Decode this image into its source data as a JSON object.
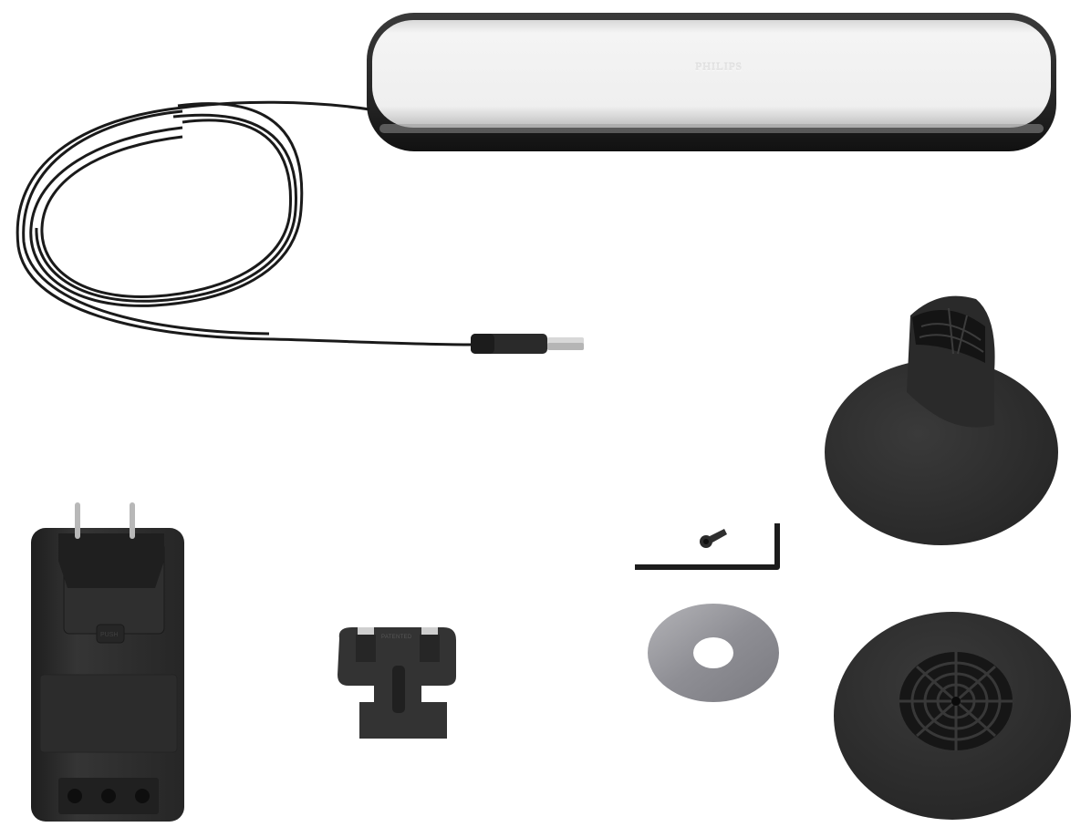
{
  "image": {
    "kind": "product photograph",
    "background": "#ffffff",
    "brand_text": "PHILIPS",
    "adapter_label": "PUSH",
    "uk_adapter_label": "PATENTED"
  },
  "items": [
    {
      "id": "light-bar",
      "label": "Light bar",
      "color": "#1f1f1f",
      "diffuser_color": "#efefef"
    },
    {
      "id": "power-cable",
      "label": "Power cable with connector",
      "color": "#1a1a1a"
    },
    {
      "id": "power-adapter-eu",
      "label": "Power adapter with EU plug",
      "color": "#2a2a2a"
    },
    {
      "id": "uk-plug-adapter",
      "label": "UK plug adapter",
      "color": "#333333"
    },
    {
      "id": "screw",
      "label": "Screw",
      "color": "#2b2b2b"
    },
    {
      "id": "hex-key",
      "label": "Hex key",
      "color": "#1c1c1c"
    },
    {
      "id": "adhesive-pad",
      "label": "Adhesive washer pad",
      "color": "#9c9ca0"
    },
    {
      "id": "stand-upright",
      "label": "Stand with vertical mount",
      "color": "#303030"
    },
    {
      "id": "stand-base",
      "label": "Stand base",
      "color": "#2f2f2f"
    }
  ]
}
